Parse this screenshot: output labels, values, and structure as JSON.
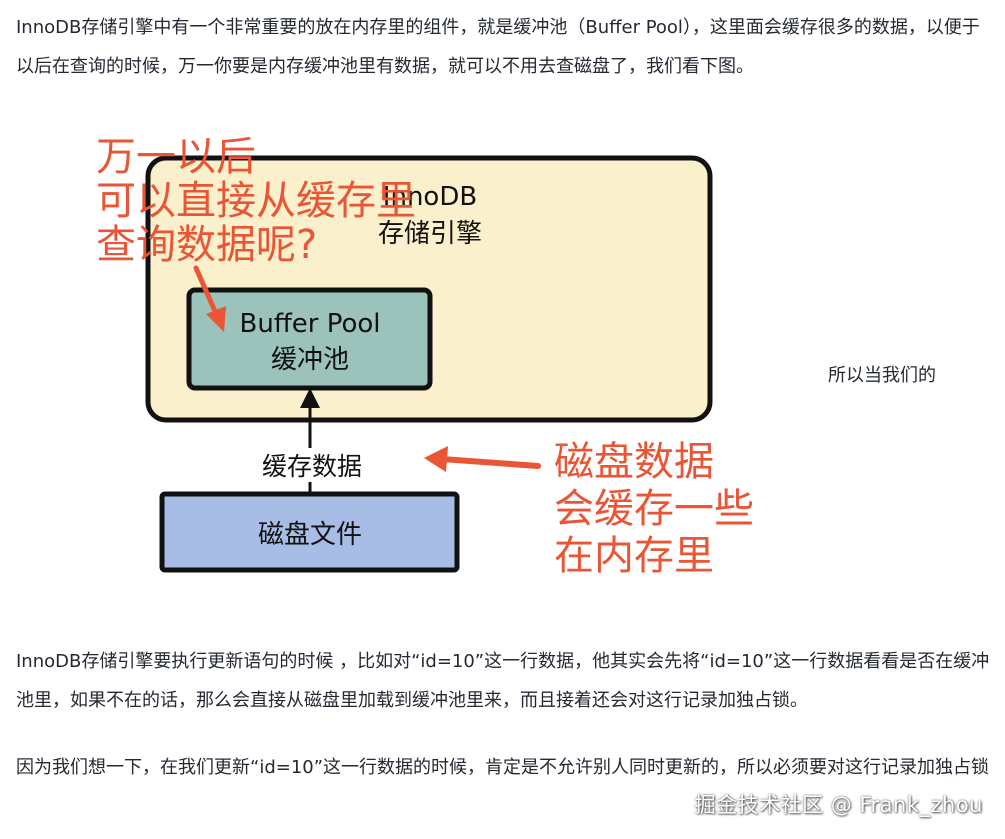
{
  "paragraphs": {
    "p1": "InnoDB存储引擎中有一个非常重要的放在内存里的组件，就是缓冲池（Buffer Pool），这里面会缓存很多的数据，以便于以后在查询的时候，万一你要是内存缓冲池里有数据，就可以不用去查磁盘了，我们看下图。",
    "p2": "InnoDB存储引擎要执行更新语句的时候 ，比如对“id=10”这一行数据，他其实会先将“id=10”这一行数据看看是否在缓冲池里，如果不在的话，那么会直接从磁盘里加载到缓冲池里来，而且接着还会对这行记录加独占锁。",
    "p3": "因为我们想一下，在我们更新“id=10”这一行数据的时候，肯定是不允许别人同时更新的，所以必须要对这行记录加独占锁"
  },
  "side_text": "所以当我们的",
  "diagram": {
    "innodb_label_line1": "InnoDB",
    "innodb_label_line2": "存储引擎",
    "buffer_pool_line1": "Buffer Pool",
    "buffer_pool_line2": "缓冲池",
    "arrow_label": "缓存数据",
    "disk_file_label": "磁盘文件",
    "annotation_left": [
      "万一以后",
      "可以直接从缓存里",
      "查询数据呢?"
    ],
    "annotation_right": [
      "磁盘数据",
      "会缓存一些",
      "在内存里"
    ]
  },
  "colors": {
    "innodb_fill": "#fbf0cc",
    "buffer_pool_fill": "#9cc3bb",
    "disk_fill": "#a8bde6",
    "annotation": "#ea5535",
    "stroke": "#111111"
  },
  "watermark": "掘金技术社区 @ Frank_zhou"
}
